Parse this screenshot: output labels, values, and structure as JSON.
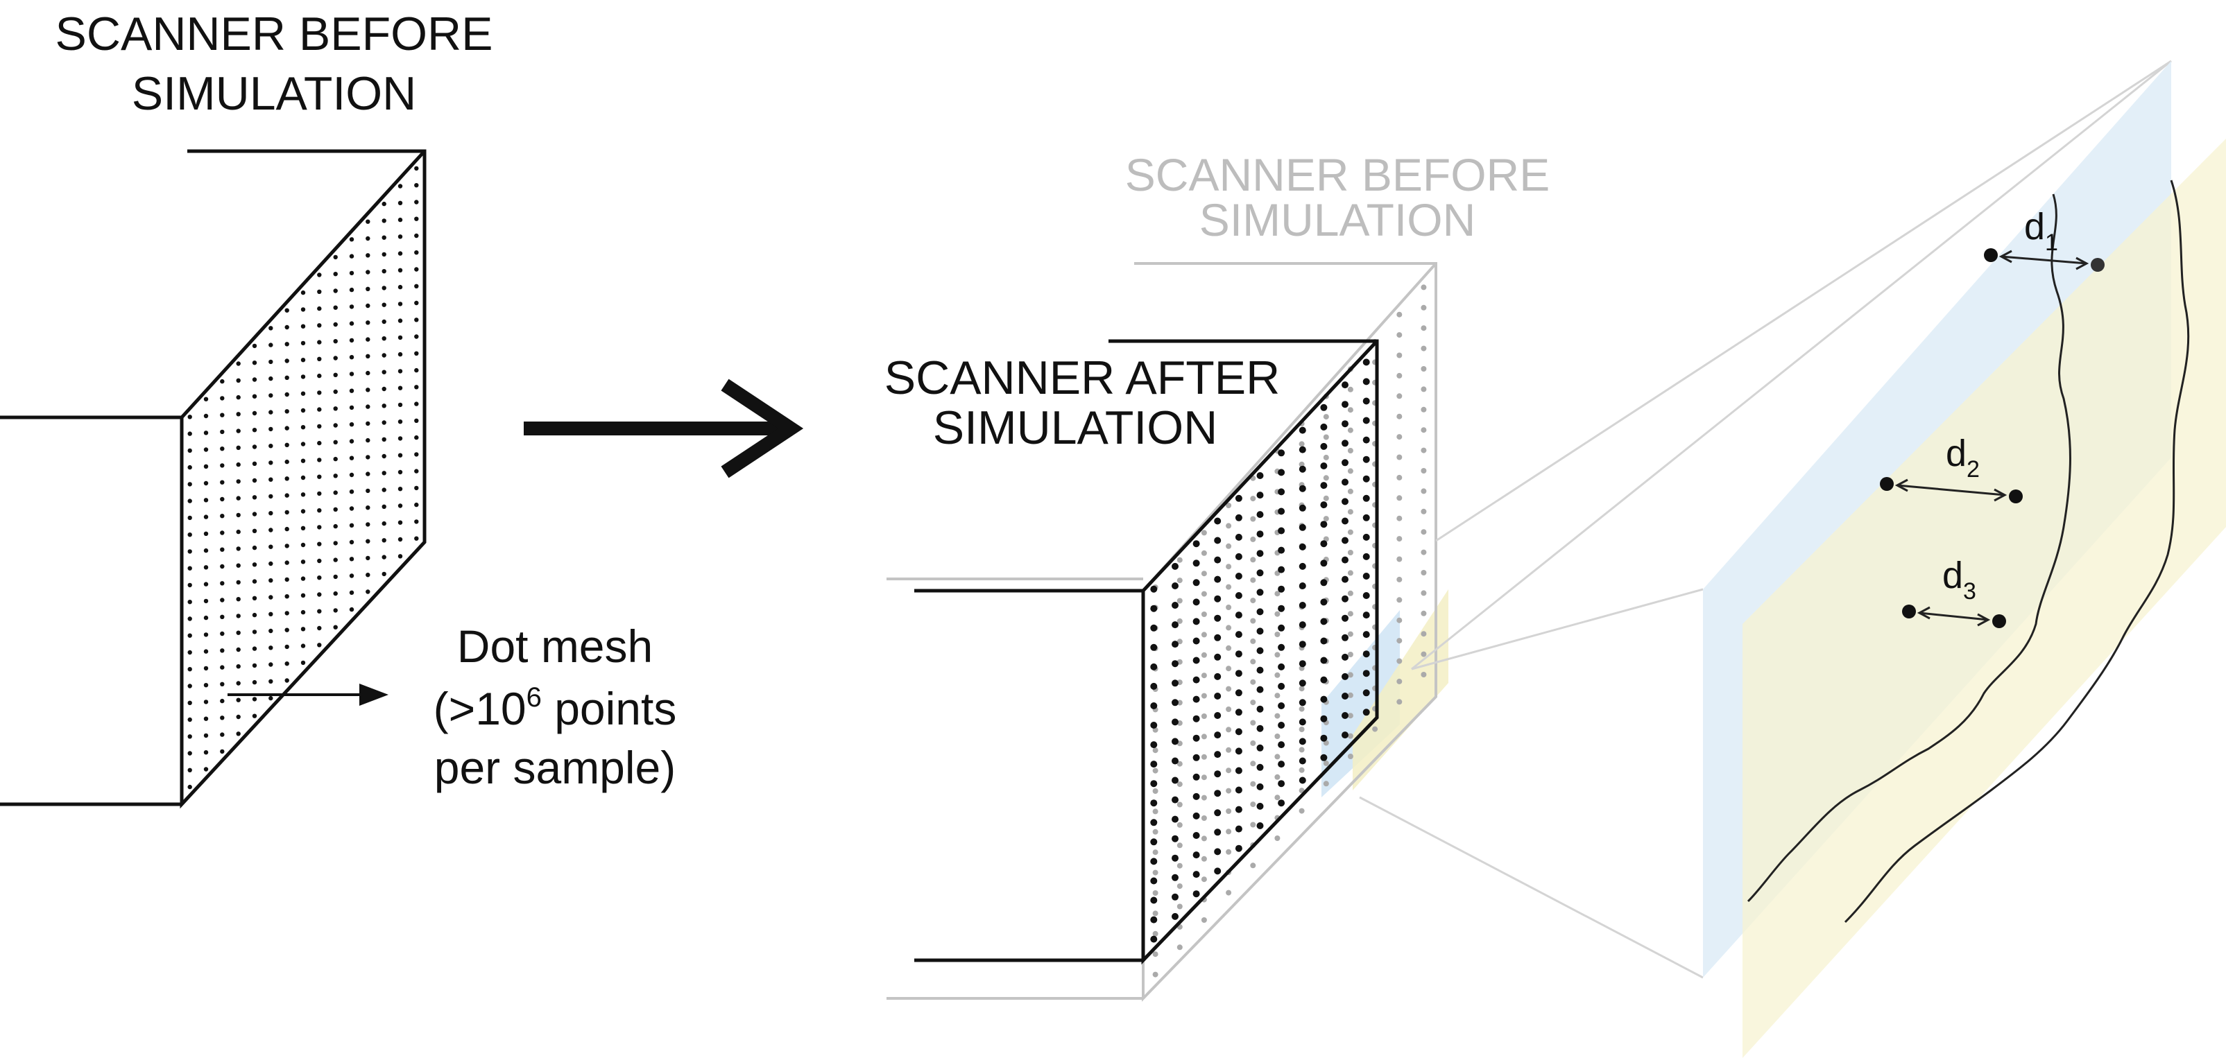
{
  "colors": {
    "ink": "#111111",
    "ghost": "#bdbdbd",
    "ghost_dot": "#aaaaaa",
    "plane_blue": "#cfe4f5",
    "plane_yellow": "#f3efc4"
  },
  "left_scanner": {
    "title_line1": "SCANNER BEFORE",
    "title_line2": "SIMULATION",
    "annotation_line1": "Dot mesh",
    "annotation_line2_prefix": "(>10",
    "annotation_line2_sup": "6",
    "annotation_line2_suffix": " points",
    "annotation_line3": "per sample)"
  },
  "arrow": {
    "icon": "right-arrow-icon"
  },
  "middle_scanner": {
    "before_title_line1": "SCANNER BEFORE",
    "before_title_line2": "SIMULATION",
    "after_title_line1": "SCANNER AFTER",
    "after_title_line2": "SIMULATION"
  },
  "zoom": {
    "distances": [
      {
        "letter": "d",
        "sub": "1"
      },
      {
        "letter": "d",
        "sub": "2"
      },
      {
        "letter": "d",
        "sub": "3"
      }
    ]
  }
}
